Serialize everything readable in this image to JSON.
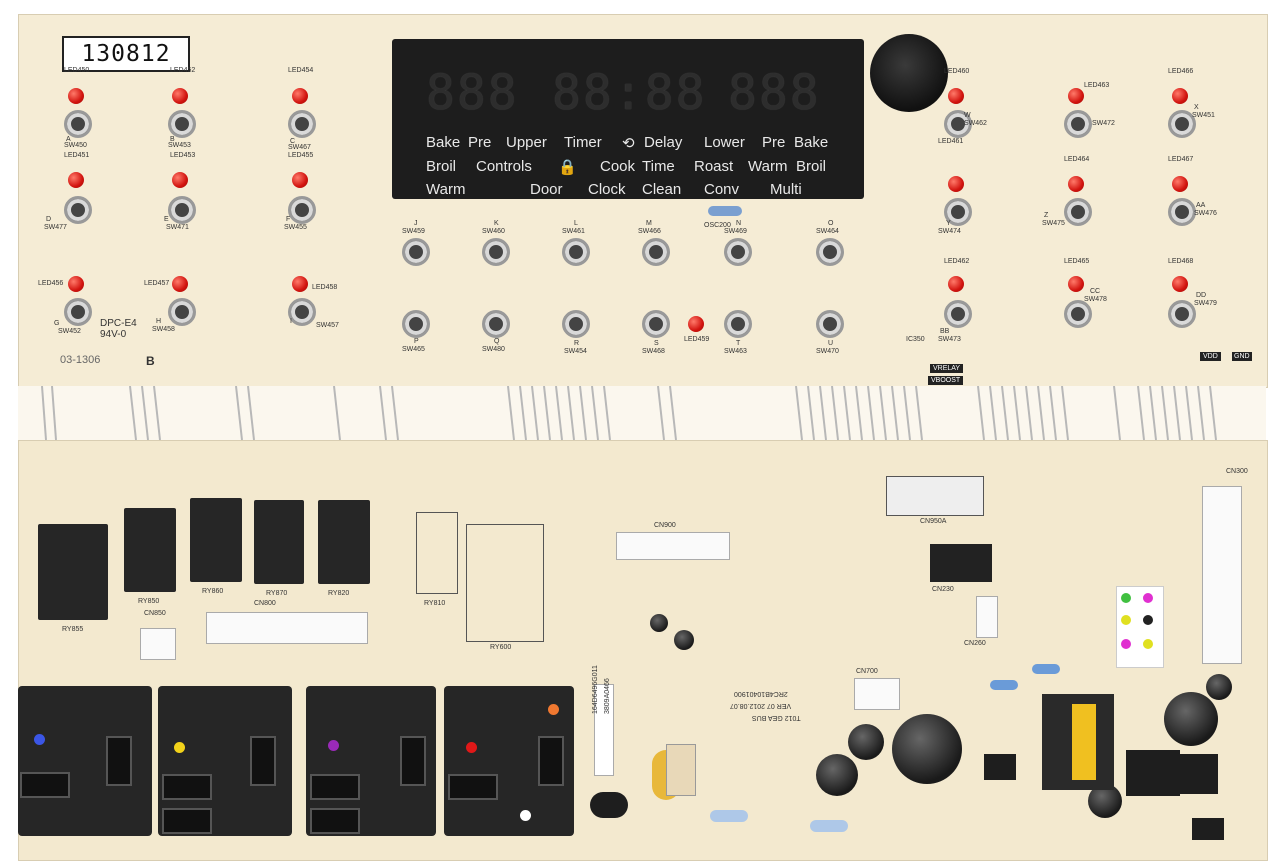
{
  "sticker": {
    "serial": "130812"
  },
  "display": {
    "digits_left": "888",
    "digits_clock": "88:88",
    "digits_right": "888",
    "row1": [
      "Bake",
      "Pre",
      "Upper",
      "Timer",
      "Delay",
      "Lower",
      "Pre",
      "Bake"
    ],
    "row2": [
      "Broil",
      "Controls",
      "Cook",
      "Time",
      "Roast",
      "Warm",
      "Broil"
    ],
    "row3": [
      "Warm",
      "Door",
      "Clock",
      "Clean",
      "Conv",
      "Multi"
    ]
  },
  "led_labels": [
    "LED450",
    "LED452",
    "LED454",
    "LED451",
    "LED453",
    "LED455",
    "LED456",
    "LED457",
    "LED458",
    "LED459",
    "LED460",
    "LED461",
    "LED462",
    "LED463",
    "LED464",
    "LED465",
    "LED466",
    "LED467",
    "LED468"
  ],
  "switch_labels": [
    "SW450",
    "SW453",
    "SW467",
    "SW477",
    "SW471",
    "SW455",
    "SW452",
    "SW458",
    "SW457",
    "SW459",
    "SW460",
    "SW461",
    "SW466",
    "SW469",
    "SW464",
    "SW465",
    "SW480",
    "SW454",
    "SW468",
    "SW463",
    "SW470",
    "SW462",
    "SW474",
    "SW473",
    "SW472",
    "SW475",
    "SW478",
    "SW451",
    "SW476",
    "SW479"
  ],
  "switch_letters": [
    "A",
    "B",
    "C",
    "D",
    "E",
    "F",
    "G",
    "H",
    "I",
    "J",
    "K",
    "L",
    "M",
    "N",
    "O",
    "P",
    "Q",
    "R",
    "S",
    "T",
    "U",
    "W",
    "Y",
    "BB",
    "Z",
    "CC",
    "X",
    "AA",
    "DD"
  ],
  "board_marks": {
    "dpc_top": "DPC-E4",
    "rating_top": "94V-0",
    "date_top": "03-1306",
    "rev_top": "B",
    "vrelay": "VRELAY",
    "vboost": "VBOOST",
    "vdd": "VDD",
    "gnd": "GND",
    "osc": "OSC200",
    "ic_label": "IC350",
    "model": "T012 GEA BUS",
    "ver": "VER 07 2012.08.07",
    "part": "2RC4B10401900",
    "barcode_id": "164D6496G011",
    "code2": "3809A0466"
  },
  "relay_labels": [
    "RY855",
    "RY850",
    "RY860",
    "RY870",
    "RY820",
    "RY810",
    "RY600"
  ],
  "connector_labels": [
    "CN850",
    "CN800",
    "CN900",
    "CN950A",
    "CN260",
    "CN230",
    "CN700",
    "CN300"
  ],
  "relay_dot_colors": [
    "#3b56e6",
    "#f2d21a",
    "#9a2ab8",
    "#e01818",
    "#f07830",
    "#ffffff"
  ]
}
